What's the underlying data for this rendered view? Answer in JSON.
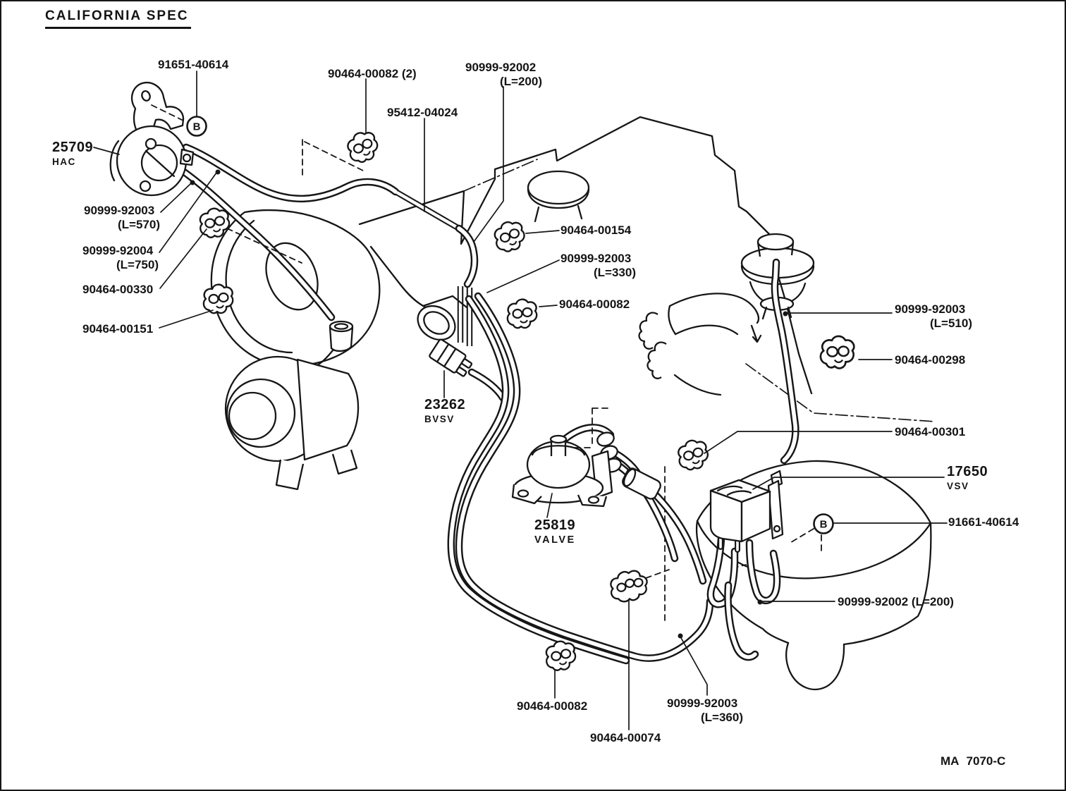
{
  "diagram": {
    "title": "CALIFORNIA SPEC",
    "footer_code": "MA  7070-C",
    "badge": "B",
    "colors": {
      "ink": "#161616",
      "paper": "#ffffff"
    },
    "labels": {
      "bolt_top": {
        "line1": "91651-40614"
      },
      "hac": {
        "line1": "25709",
        "line2": "HAC"
      },
      "hose_l570": {
        "line1": "90999-92003",
        "line2": "(L=570)"
      },
      "hose_l750": {
        "line1": "90999-92004",
        "line2": "(L=750)"
      },
      "clip_00330": {
        "line1": "90464-00330"
      },
      "clip_00151": {
        "line1": "90464-00151"
      },
      "clip_00082_x2": {
        "line1": "90464-00082 (2)"
      },
      "pipe_95412": {
        "line1": "95412-04024"
      },
      "hose_l200_top": {
        "line1": "90999-92002",
        "line2": "(L=200)"
      },
      "clip_00154": {
        "line1": "90464-00154"
      },
      "hose_l330": {
        "line1": "90999-92003",
        "line2": "(L=330)"
      },
      "clip_00082_mid": {
        "line1": "90464-00082"
      },
      "bvsv": {
        "line1": "23262",
        "line2": "BVSV"
      },
      "valve": {
        "line1": "25819",
        "line2": "VALVE"
      },
      "hose_l510": {
        "line1": "90999-92003",
        "line2": "(L=510)"
      },
      "clip_00298": {
        "line1": "90464-00298"
      },
      "clip_00301": {
        "line1": "90464-00301"
      },
      "vsv": {
        "line1": "17650",
        "line2": "VSV"
      },
      "bolt_right": {
        "line1": "91661-40614"
      },
      "hose_l200_right": {
        "line1": "90999-92002 (L=200)"
      },
      "clip_00082_bot": {
        "line1": "90464-00082"
      },
      "hose_l360": {
        "line1": "90999-92003",
        "line2": "(L=360)"
      },
      "clip_00074": {
        "line1": "90464-00074"
      }
    }
  }
}
